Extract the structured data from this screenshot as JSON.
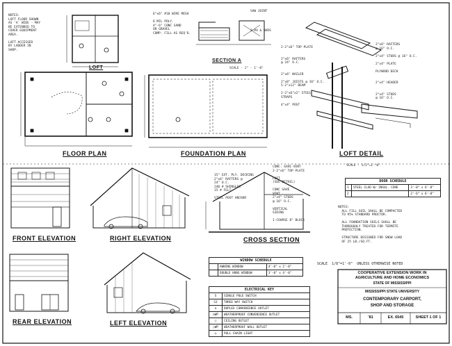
{
  "sheet": {
    "floor_plan_title": "FLOOR PLAN",
    "foundation_plan_title": "FOUNDATION PLAN",
    "loft_detail_title": "LOFT DETAIL",
    "loft_title": "LOFT",
    "section_a_title": "SECTION A",
    "section_a_scale": "SCALE - 1\" - 1'-0\"",
    "front_elevation_title": "FRONT ELEVATION",
    "right_elevation_title": "RIGHT ELEVATION",
    "cross_section_title": "CROSS SECTION",
    "rear_elevation_title": "REAR ELEVATION",
    "left_elevation_title": "LEFT ELEVATION",
    "loft_notes": "NOTES:\nLOFT FLOOR SHOWN\nAS 'A' WIDE - MAY\nBE EXTENDED TO\nCOVER EQUIPMENT\nAREA.\n\nLOFT ACCESSED\nBY LADDER IN\nSHOP.",
    "general_notes": "NOTES:\n  ALL FILL SOIL SHALL BE COMPACTED\n  TO 95% STANDARD PROCTOR.\n\n  ALL FOUNDATION SOILS SHALL BE\n  THOROUGHLY TREATED FOR TERMITE\n  PROTECTION.\n\n  STRUCTURE DESIGNED FOR SNOW LOAD\n  OF 25 LB./SQ.FT.",
    "drawing_scale": "SCALE  1/8\"=1'-0\"  UNLESS OTHERWISE NOTED",
    "loft_detail_scale": "SCALE - 1/2\"=1'-0\"",
    "section_a_callouts": "6\"x6\" #10 WIRE MESH\n\n6 MIL POLY.\n4\"-6\" CONC SAND\nOR GRAVEL\nCOMP. FILL AS REQ'D.",
    "section_a_right": "SAW JOINT\n\n\n\n\n2-#4 & BARS",
    "loft_detail_notes": "2-2\"x6\" TOP PLATE\n\n\n2\"x6\" RAFTERS\n@ 24\" O.C.\n\n\n2\"x6\" NAILER\n\n2\"x8\" JOISTS @ 16\" O.C.\n5-2\"x12\" BEAM\n\n2-2\"x6\"x2\" STEEL\nSTRAPS\n\n4\"x4\" POST",
    "loft_detail_notes_right": "2\"x6\" RAFTERS\n@ 16\" O.C.\n\n2\"x4\" STUDS @ 16\" O.C.\n\n2\"x4\" PLATE\n\nPLYWOOD DECK\n\n\n2\"x4\" HEADER\n\n\n2\"x4\" STUDS\n@ 16\" O.C.",
    "cross_section_notes": "15\" EXT. PLY. DECKING\n2\"x6\" RAFTERS @\n24\" O.C.\n240 # SHINGLES\n15 # FELT\n\nSTEEL POST ANCHOR",
    "cross_section_right": "CONC. GAVE VENT\n2-2\"x6\" TOP PLATE\n\nLOFT\n(SEE DETAIL)\n\nCONC GAVE\nVENT\n2\"x4\" STUDS\n@ 16\" O.C.\n\nVERTICAL\nSIDING\n\n1-COURSE 8\" BLOCK"
  },
  "door_schedule": {
    "title": "DOOR SCHEDULE",
    "rows": [
      {
        "mark": "1",
        "desc": "STEEL CLAD W/ INSUL. CORE",
        "size": "3'-0\" x 6'-8\""
      },
      {
        "mark": "2",
        "desc": "",
        "size": "2'-6\" x 6'-8\""
      }
    ]
  },
  "window_schedule": {
    "title": "WINDOW SCHEDULE",
    "rows": [
      {
        "mark": "",
        "desc": "AWNING WINDOW",
        "size": "4'-0\" x 2'-0\""
      },
      {
        "mark": "",
        "desc": "DOUBLE HUNG WINDOW",
        "size": "3'-0\" x 4'-0\""
      }
    ]
  },
  "electrical_key": {
    "title": "ELECTRICAL KEY",
    "rows": [
      {
        "symbol": "S",
        "desc": "SINGLE POLE SWITCH"
      },
      {
        "symbol": "S3",
        "desc": "THREE WAY SWITCH"
      },
      {
        "symbol": "⊖",
        "desc": "DUPLEX CONVENIENCE OUTLET"
      },
      {
        "symbol": "⊖WP",
        "desc": "WEATHERPROOF CONVENIENCE OUTLET"
      },
      {
        "symbol": "○",
        "desc": "CEILING OUTLET"
      },
      {
        "symbol": "○WP",
        "desc": "WEATHERPROOF WALL OUTLET"
      },
      {
        "symbol": "◎",
        "desc": "PULL CHAIN LIGHT"
      }
    ]
  },
  "title_block": {
    "line1": "COOPERATIVE EXTENSION WORK IN",
    "line2": "AGRICULTURE AND HOME ECONOMICS",
    "line3": "STATE OF MISSISSIPPI",
    "line4": "MISSISSIPPI STATE UNIVERSITY",
    "line5": "CONTEMPORARY CARPORT,",
    "line6": "SHOP AND STORAGE",
    "ms": "MS.",
    "rev": "'81",
    "plan_no": "EX. 6545",
    "sheet": "SHEET 1 OF 1"
  }
}
